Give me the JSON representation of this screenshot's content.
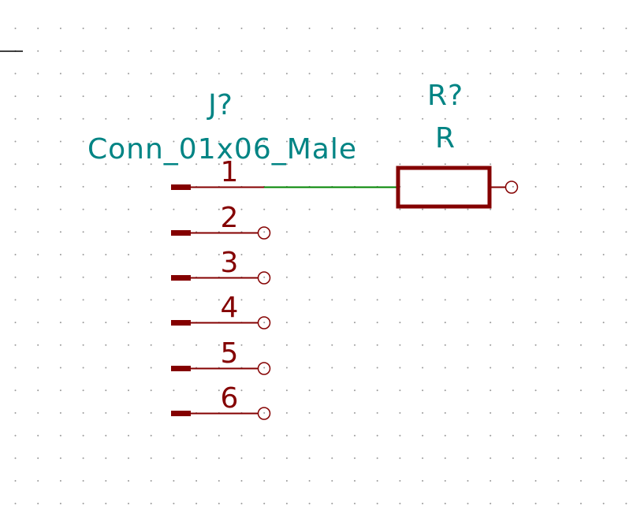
{
  "schematic": {
    "connector": {
      "reference": "J?",
      "value": "Conn_01x06_Male",
      "pins": [
        "1",
        "2",
        "3",
        "4",
        "5",
        "6"
      ]
    },
    "resistor": {
      "reference": "R?",
      "value": "R"
    },
    "colors": {
      "background": "#ffffff",
      "grid_dot": "#9a9a9a",
      "component_body": "#840000",
      "field_text": "#008484",
      "wire": "#008400",
      "sheet_line": "#000000"
    }
  }
}
